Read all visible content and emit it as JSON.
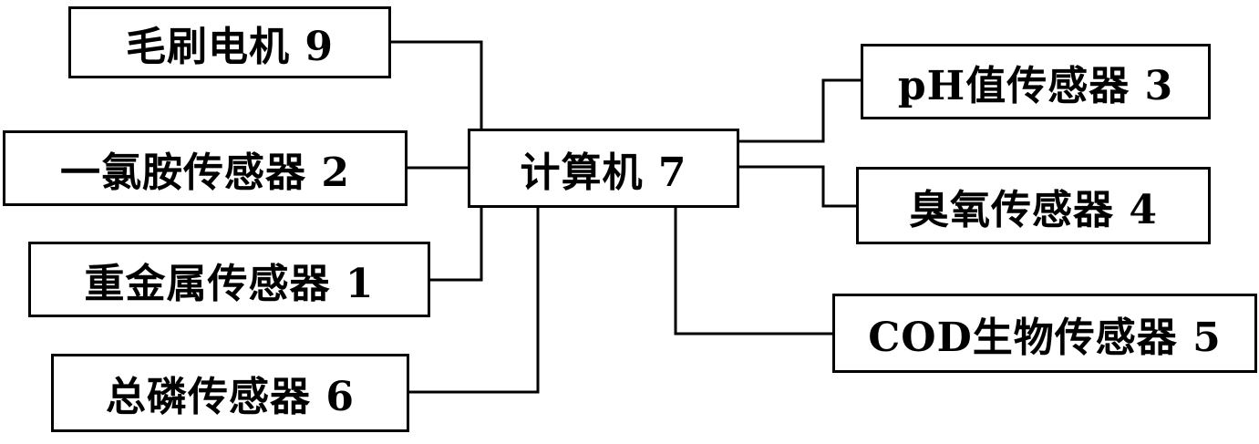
{
  "diagram": {
    "center": {
      "label": "计算机 7"
    },
    "left": [
      {
        "id": "brush-motor",
        "label": "毛刷电机 9"
      },
      {
        "id": "monochloramine-sensor",
        "label": "一氯胺传感器 2"
      },
      {
        "id": "heavy-metal-sensor",
        "label": "重金属传感器 1"
      },
      {
        "id": "total-phosphorus-sensor",
        "label": "总磷传感器 6"
      }
    ],
    "right": [
      {
        "id": "ph-sensor",
        "label": "pH值传感器 3"
      },
      {
        "id": "ozone-sensor",
        "label": "臭氧传感器 4"
      },
      {
        "id": "cod-sensor",
        "label": "COD生物传感器 5"
      }
    ]
  }
}
